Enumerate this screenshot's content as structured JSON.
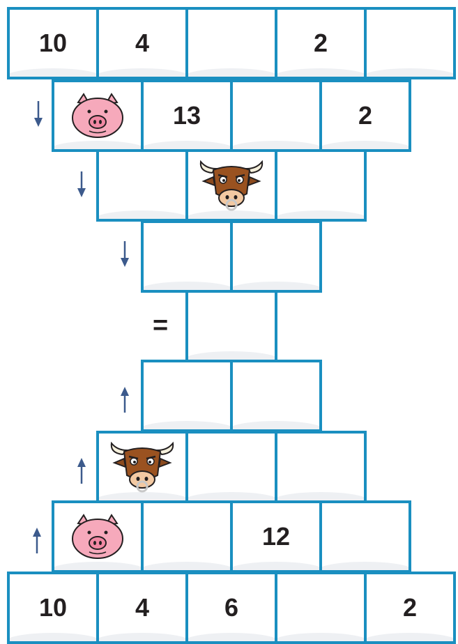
{
  "rows": [
    {
      "cells": [
        {
          "value": "10"
        },
        {
          "value": "4"
        },
        {
          "value": ""
        },
        {
          "value": "2"
        },
        {
          "value": ""
        }
      ]
    },
    {
      "cells": [
        {
          "value": "",
          "animal": "pig"
        },
        {
          "value": "13"
        },
        {
          "value": ""
        },
        {
          "value": "2"
        }
      ]
    },
    {
      "cells": [
        {
          "value": ""
        },
        {
          "value": "",
          "animal": "bull"
        },
        {
          "value": ""
        }
      ]
    },
    {
      "cells": [
        {
          "value": ""
        },
        {
          "value": ""
        }
      ]
    },
    {
      "cells": [
        {
          "value": ""
        }
      ]
    },
    {
      "cells": [
        {
          "value": ""
        },
        {
          "value": ""
        }
      ]
    },
    {
      "cells": [
        {
          "value": "",
          "animal": "bull"
        },
        {
          "value": ""
        },
        {
          "value": ""
        }
      ]
    },
    {
      "cells": [
        {
          "value": "",
          "animal": "pig"
        },
        {
          "value": ""
        },
        {
          "value": "12"
        },
        {
          "value": ""
        }
      ]
    },
    {
      "cells": [
        {
          "value": "10"
        },
        {
          "value": "4"
        },
        {
          "value": "6"
        },
        {
          "value": ""
        },
        {
          "value": "2"
        }
      ]
    }
  ],
  "symbols": {
    "equals": "="
  },
  "colors": {
    "border": "#1a8fc0",
    "arrow": "#3c5a8c",
    "text": "#231f20"
  },
  "icons": {
    "down_arrow": "down-arrow-icon",
    "up_arrow": "up-arrow-icon",
    "pig": "pig-icon",
    "bull": "bull-icon"
  }
}
